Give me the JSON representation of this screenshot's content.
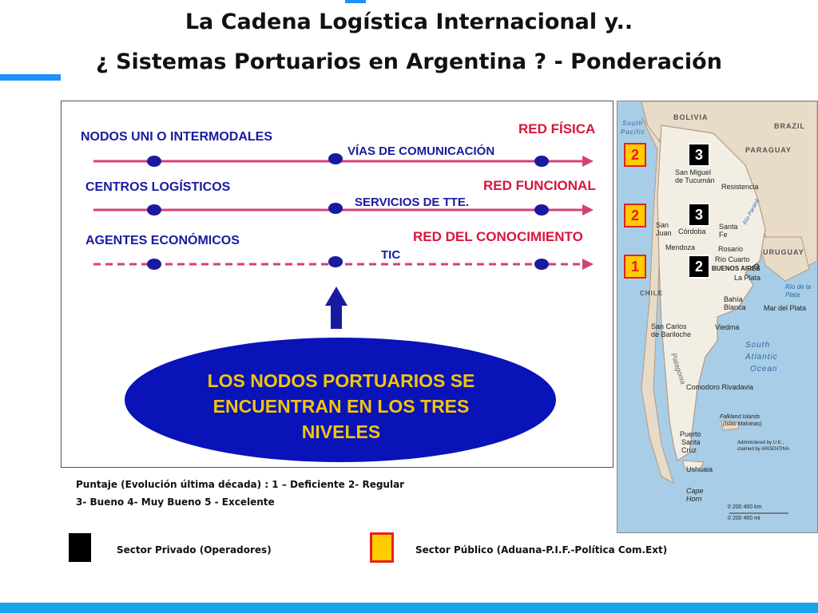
{
  "header": {
    "title_line1": "La Cadena Logística Internacional y..",
    "title_line2": "¿ Sistemas Portuarios en Argentina ? - Ponderación"
  },
  "diagram": {
    "levels": [
      {
        "left": "NODOS UNI O INTERMODALES",
        "right": "RED FÍSICA",
        "middle": "VÍAS DE COMUNICACIÓN"
      },
      {
        "left": "CENTROS LOGÍSTICOS",
        "right": "RED FUNCIONAL",
        "middle": "SERVICIOS DE TTE."
      },
      {
        "left": "AGENTES ECONÓMICOS",
        "right": "RED DEL CONOCIMIENTO",
        "middle": "TIC"
      }
    ],
    "ellipse_text_line1": "LOS NODOS PORTUARIOS SE",
    "ellipse_text_line2": "ENCUENTRAN EN LOS TRES",
    "ellipse_text_line3": "NIVELES",
    "colors": {
      "blue": "#1a1aa0",
      "red": "#d8163b",
      "pink_line": "#d6407a",
      "yellow": "#f1c40f"
    }
  },
  "map": {
    "countries": {
      "bolivia": "BOLIVIA",
      "brazil": "BRAZIL",
      "paraguay": "PARAGUAY",
      "uruguay": "URUGUAY",
      "chile": "CHILE",
      "patagonia": "Patagonia"
    },
    "oceans": {
      "south_pacific": "South Pacific",
      "south_atlantic_1": "South",
      "south_atlantic_2": "Atlantic",
      "south_atlantic_3": "Ocean",
      "rio_de_la_plata": "Río de la Plata"
    },
    "cities": {
      "tucuman": "San Miguel de Tucumán",
      "resistencia": "Resistencia",
      "san_juan": "San Juan",
      "cordoba": "Córdoba",
      "santa_fe": "Santa Fe",
      "rosario": "Rosario",
      "mendoza": "Mendoza",
      "rio_cuarto": "Río Cuarto",
      "buenos_aires": "BUENOS AIRES",
      "la_plata": "La Plata",
      "bahia_blanca": "Bahía Blanca",
      "mar_del_plata": "Mar del Plata",
      "bariloche_1": "San Carlos",
      "bariloche_2": "de Bariloche",
      "viedma": "Viedma",
      "comodoro": "Comodoro Rivadavia",
      "falkland_1": "Falkland Islands",
      "falkland_2": "(Islas Malvinas)",
      "admin_1": "Administered by U.K.,",
      "admin_2": "claimed by ARGENTINA",
      "puerto_1": "Puerto",
      "puerto_2": "Santa",
      "puerto_3": "Cruz",
      "ushuaia": "Ushuaia",
      "cape_horn_1": "Cape",
      "cape_horn_2": "Horn",
      "rio_parana": "Río Paraná"
    },
    "scale": {
      "km_ticks": "0    200   400 km",
      "mi_ticks": "0     200      400 mi"
    },
    "scores": [
      {
        "public": "2",
        "private": "3"
      },
      {
        "public": "2",
        "private": "3"
      },
      {
        "public": "1",
        "private": "2"
      }
    ]
  },
  "scale_text": {
    "line1": "Puntaje (Evolución última década) : 1 – Deficiente   2- Regular",
    "line2": "3- Bueno  4- Muy Bueno  5 - Excelente"
  },
  "legend": {
    "private": "Sector Privado (Operadores)",
    "public": "Sector Público (Aduana-P.I.F.-Política Com.Ext)"
  }
}
